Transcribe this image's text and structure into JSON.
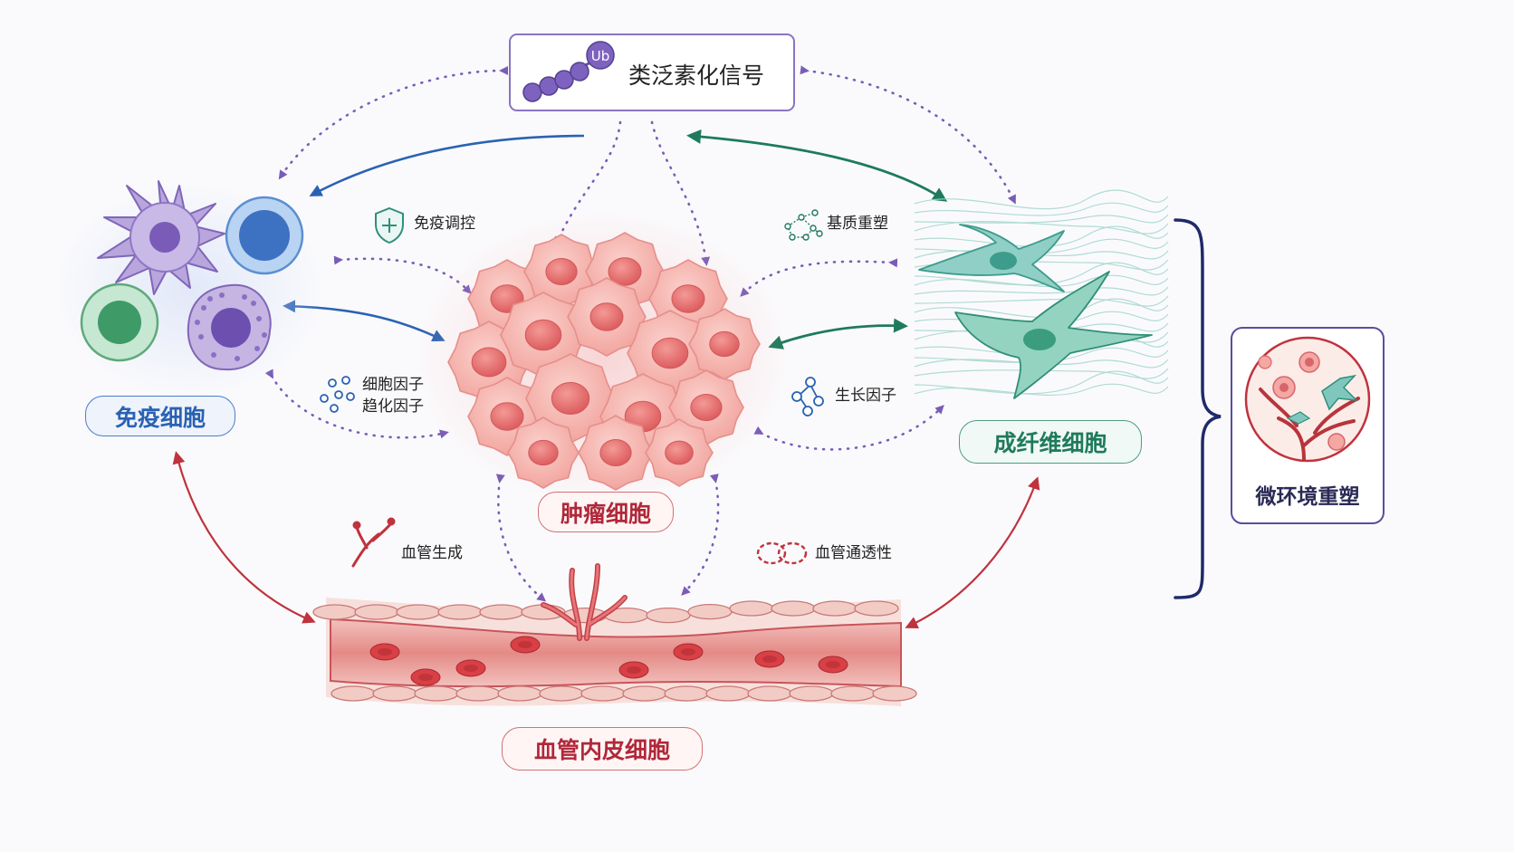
{
  "signal": {
    "label": "类泛素化信号",
    "badge": "Ub"
  },
  "cells": {
    "immune": "免疫细胞",
    "tumor": "肿瘤细胞",
    "fibroblast": "成纤维细胞",
    "endothelial": "血管内皮细胞"
  },
  "annotations": {
    "immune_regulation": "免疫调控",
    "cytokines": "细胞因子",
    "chemokines": "趋化因子",
    "matrix_remodeling": "基质重塑",
    "growth_factors": "生长因子",
    "angiogenesis": "血管生成",
    "vascular_permeability": "血管通透性"
  },
  "outcome": {
    "label": "微环境重塑"
  },
  "colors": {
    "immune": "#2a62b3",
    "tumor": "#b0283a",
    "fibroblast": "#1f7a5c",
    "endothelial": "#c0323d",
    "signal": "#7a5cb8",
    "bracket": "#1f2a6b"
  }
}
